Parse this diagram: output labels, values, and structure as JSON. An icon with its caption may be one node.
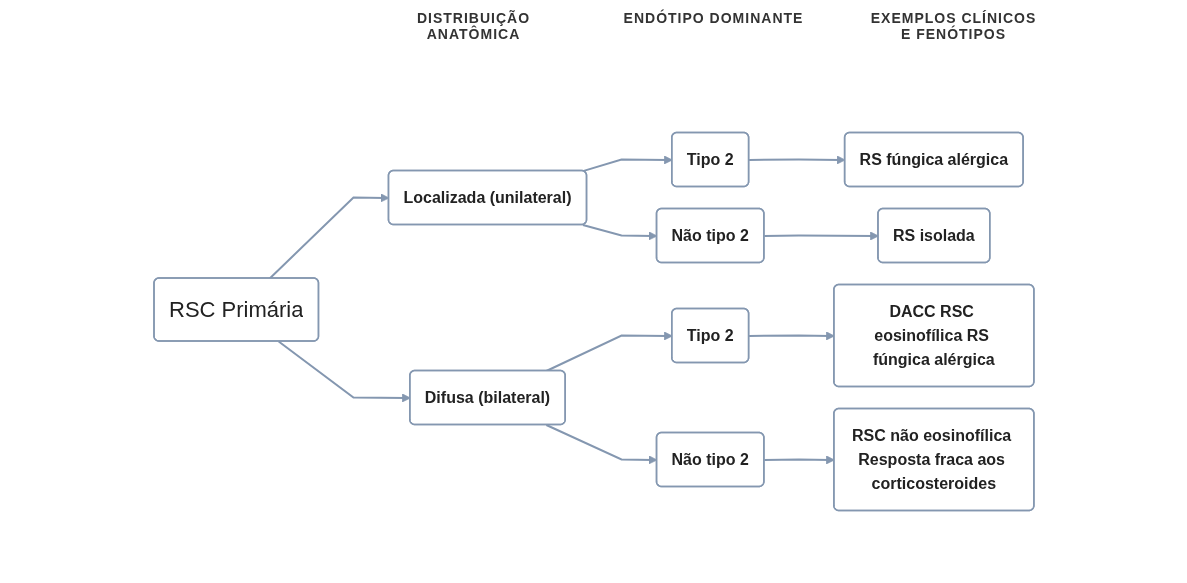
{
  "diagram": {
    "nodes": [
      {
        "text": [
          "RSC Primária"
        ]
      },
      {
        "text": [
          "Localizada (unilateral)"
        ]
      },
      {
        "text": [
          "Difusa (bilateral)"
        ]
      },
      {
        "text": [
          "Tipo 2"
        ]
      },
      {
        "text": [
          "Não tipo 2"
        ]
      },
      {
        "text": [
          "Tipo 2"
        ]
      },
      {
        "text": [
          "Não tipo 2"
        ]
      },
      {
        "text": [
          "RS fúngica alérgica"
        ]
      },
      {
        "text": [
          "RS isolada"
        ]
      },
      {
        "text": [
          "DACC RSC eosinofílica RS fúngica alérgica"
        ]
      },
      {
        "text": [
          "RSC não eosinofílica Resposta fraca aos corticosteroides"
        ]
      }
    ],
    "edges": [
      {
        "from": 0,
        "to": 1,
        "arrow": "to"
      },
      {
        "from": 0,
        "to": 2,
        "arrow": "to"
      },
      {
        "from": 1,
        "to": 3,
        "arrow": "to"
      },
      {
        "from": 1,
        "to": 4,
        "arrow": "to"
      },
      {
        "from": 2,
        "to": 5,
        "arrow": "to"
      },
      {
        "from": 2,
        "to": 6,
        "arrow": "to"
      },
      {
        "from": 3,
        "to": 7,
        "arrow": "to"
      },
      {
        "from": 4,
        "to": 8,
        "arrow": "to"
      },
      {
        "from": 5,
        "to": 9,
        "arrow": "to"
      },
      {
        "from": 6,
        "to": 10,
        "arrow": "to"
      }
    ],
    "labels": [
      "DISTRIBUIÇÃO ANATÔMICA",
      "ENDÓTIPO DOMINANTE",
      "EXEMPLOS CLÍNICOS E FENÓTIPOS"
    ]
  }
}
